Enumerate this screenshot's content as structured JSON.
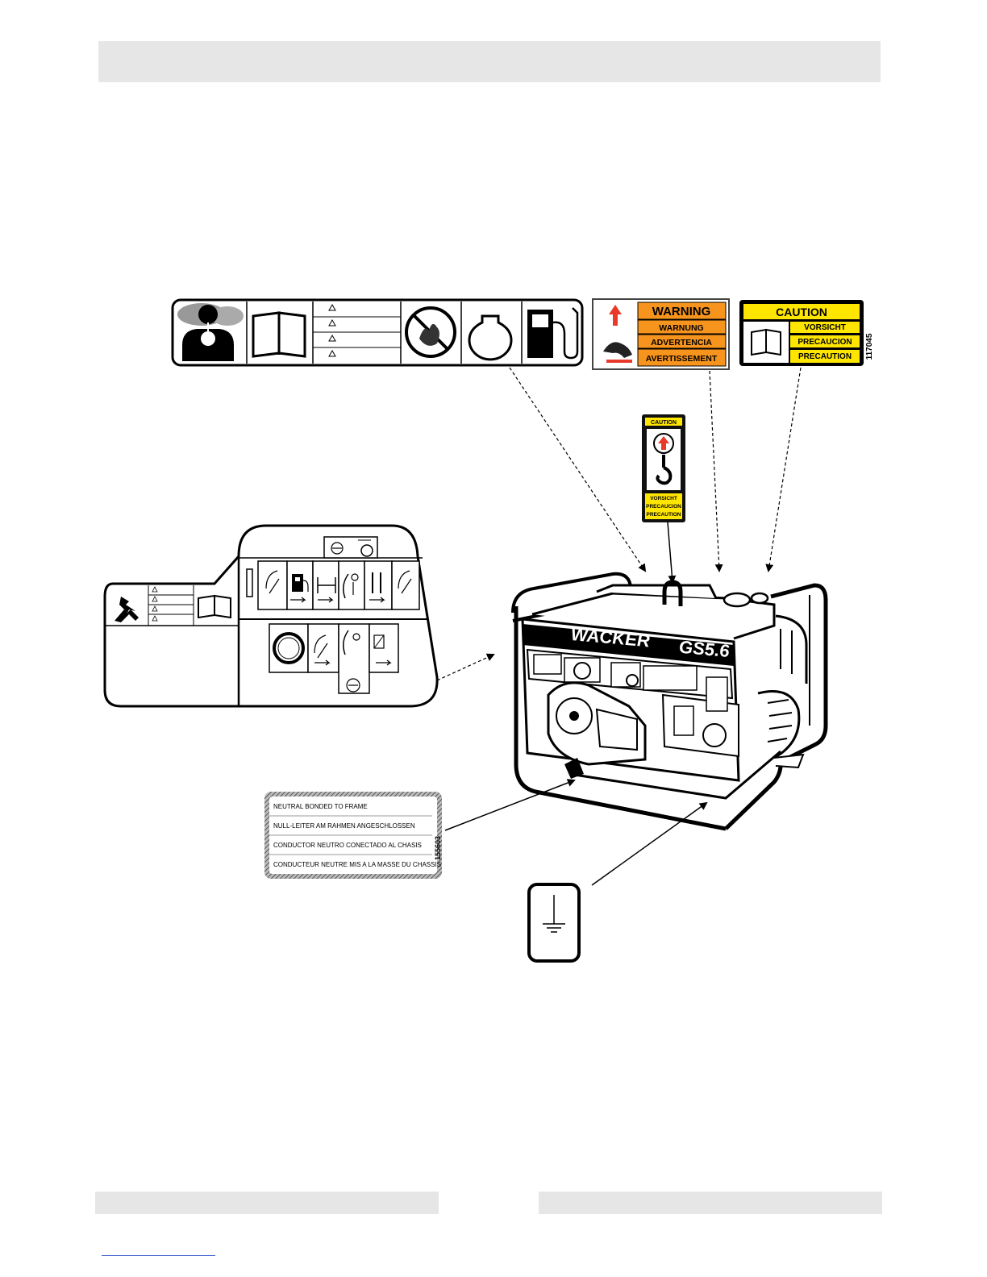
{
  "colors": {
    "header_bar": "#e6e6e6",
    "warning_orange": "#f7941d",
    "caution_yellow": "#ffe600",
    "decal_black": "#000000",
    "arrow_red": "#e8392b"
  },
  "decals": {
    "warning": {
      "lines": [
        "WARNING",
        "WARNUNG",
        "ADVERTENCIA",
        "AVERTISSEMENT"
      ]
    },
    "caution": {
      "lines": [
        "CAUTION",
        "VORSICHT",
        "PRECAUCION",
        "PRECAUTION"
      ],
      "part_number": "117045"
    },
    "lift": {
      "top": "CAUTION",
      "bottom": [
        "VORSICHT",
        "PRECAUCION",
        "PRECAUTION"
      ]
    },
    "neutral": {
      "lines": [
        "NEUTRAL BONDED TO FRAME",
        "NULL-LEITER AM RAHMEN ANGESCHLOSSEN",
        "CONDUCTOR NEUTRO CONECTADO AL CHASIS",
        "CONDUCTEUR NEUTRE MIS A LA MASSE DU CHASSIS"
      ],
      "part_number": "155603"
    }
  },
  "machine": {
    "brand": "WACKER",
    "model": "GS5.6"
  },
  "icons": [
    "inhalation-hazard-icon",
    "manual-icon",
    "no-fire-icon",
    "engine-icon",
    "fuel-pump-icon",
    "burn-hazard-icon",
    "lifting-hook-icon",
    "electrocution-icon",
    "ground-symbol-icon",
    "choke-icon",
    "fuel-valve-icon",
    "switch-icon"
  ]
}
